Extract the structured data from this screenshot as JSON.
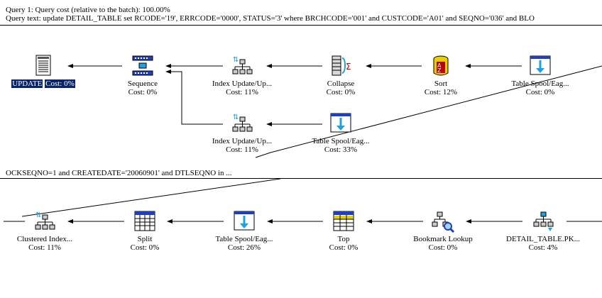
{
  "header": {
    "query_line": "Query 1: Query cost (relative to the batch): 100.00%",
    "query_text": "Query text: update DETAIL_TABLE set RCODE='19', ERRCODE='0000', STATUS='3'   where BRCHCODE='001' and CUSTCODE='A01' and    SEQNO='036' and BLO",
    "continuation": "OCKSEQNO=1   and CREATEDATE='20060901' and DTLSEQNO in   ..."
  },
  "plan_top": [
    {
      "label": "UPDATE",
      "cost": "Cost: 0%",
      "icon": "update-icon",
      "selected": true
    },
    {
      "label": "Sequence",
      "cost": "Cost: 0%",
      "icon": "sequence-icon"
    },
    {
      "label": "Index Update/Up...",
      "cost": "Cost: 11%",
      "icon": "index-update-icon"
    },
    {
      "label": "Collapse",
      "cost": "Cost: 0%",
      "icon": "collapse-icon"
    },
    {
      "label": "Sort",
      "cost": "Cost: 12%",
      "icon": "sort-icon"
    },
    {
      "label": "Table Spool/Eag...",
      "cost": "Cost: 0%",
      "icon": "table-spool-icon"
    }
  ],
  "plan_branch": [
    {
      "label": "Index Update/Up...",
      "cost": "Cost: 11%",
      "icon": "index-update-icon"
    },
    {
      "label": "Table Spool/Eag...",
      "cost": "Cost: 33%",
      "icon": "table-spool-icon"
    }
  ],
  "plan_bottom": [
    {
      "label": "Clustered Index...",
      "cost": "Cost: 11%",
      "icon": "clustered-index-icon"
    },
    {
      "label": "Split",
      "cost": "Cost: 0%",
      "icon": "split-icon"
    },
    {
      "label": "Table Spool/Eag...",
      "cost": "Cost: 26%",
      "icon": "table-spool-icon"
    },
    {
      "label": "Top",
      "cost": "Cost: 0%",
      "icon": "top-icon"
    },
    {
      "label": "Bookmark Lookup",
      "cost": "Cost: 0%",
      "icon": "bookmark-lookup-icon"
    },
    {
      "label": "DETAIL_TABLE.PK...",
      "cost": "Cost: 4%",
      "icon": "index-seek-icon"
    }
  ]
}
